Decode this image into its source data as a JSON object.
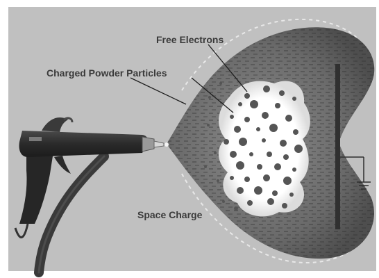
{
  "labels": {
    "free_electrons": "Free Electrons",
    "charged_powder_particles": "Charged Powder Particles",
    "space_charge": "Space Charge"
  },
  "colors": {
    "background": "#c0c0c0",
    "cloud_outer": "#5e5e5e",
    "cloud_inner": "#898989",
    "electron_core": "#ffffff",
    "gun_body": "#2e2e2e",
    "hose": "#3a3a3a",
    "grounded_part": "#303030",
    "particle": "#555555",
    "label_text": "#3a3a3a"
  },
  "icons": {
    "gun": "spray-gun-icon",
    "ground": "ground-symbol-icon",
    "target": "grounded-workpiece"
  }
}
